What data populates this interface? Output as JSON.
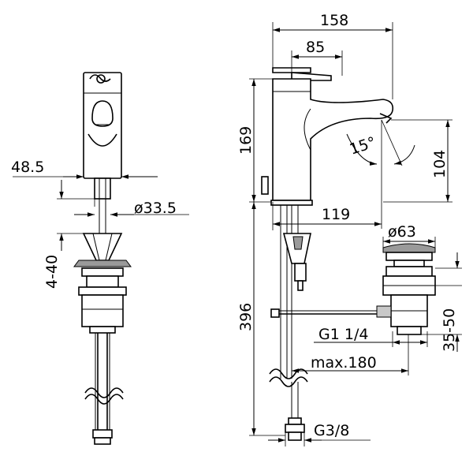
{
  "dimensions": {
    "overall_width": "158",
    "lever_width": "85",
    "height_spout": "169",
    "spout_outlet_height": "104",
    "angle": "15°",
    "body_depth": "48.5",
    "shank_diameter": "ø33.5",
    "deck_thickness": "4-40",
    "reach": "119",
    "waste_diameter": "ø63",
    "hose_length": "396",
    "waste_thread": "G1 1/4",
    "waste_height": "35-50",
    "max_reach": "max.180",
    "hose_thread": "G3/8"
  },
  "colors": {
    "line": "#000000",
    "fill_gray": "#9a9a9a",
    "fill_light": "#c8c8c8",
    "background": "#ffffff"
  }
}
